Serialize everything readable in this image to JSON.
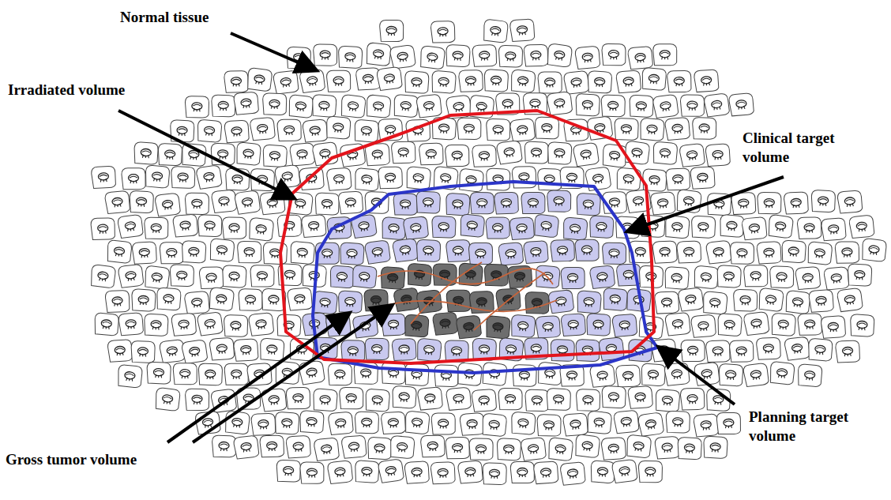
{
  "diagram": {
    "labels": [
      "Normal tissue",
      "Irradiated volume",
      "Clinical target volume",
      "Gross tumor volume",
      "Planning target volume"
    ]
  }
}
